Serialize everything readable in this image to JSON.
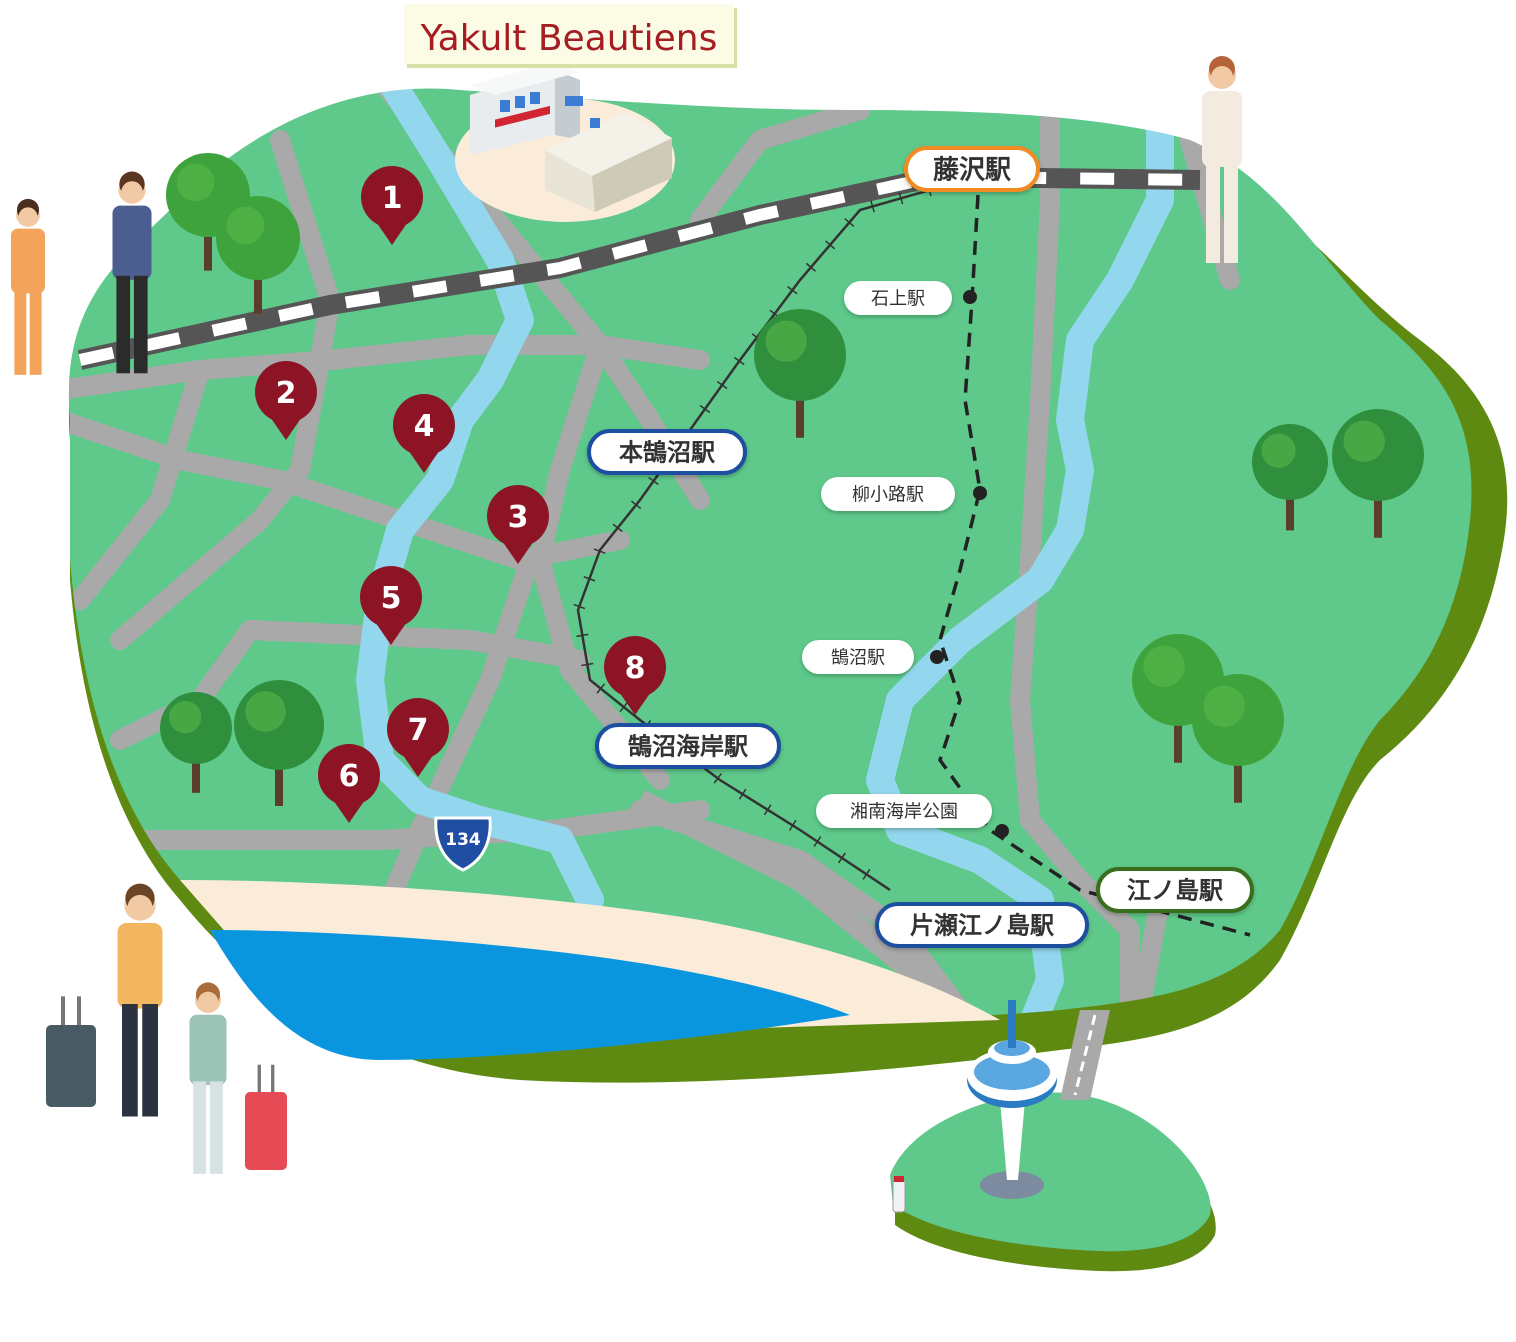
{
  "sign": {
    "text": "Yakult Beautiens"
  },
  "stations": {
    "fujisawa": "藤沢駅",
    "hon_kugenuma": "本鵠沼駅",
    "kugenuma_kaigan": "鵠沼海岸駅",
    "katase_enoshima": "片瀬江ノ島駅",
    "enoshima": "江ノ島駅",
    "ishigami": "石上駅",
    "yanagikoji": "柳小路駅",
    "kugenuma": "鵠沼駅",
    "shonan_kaigan_koen": "湘南海岸公園"
  },
  "route_shield": {
    "number": "134"
  },
  "markers": [
    "1",
    "2",
    "3",
    "4",
    "5",
    "6",
    "7",
    "8"
  ],
  "colors": {
    "land": "#5ec98a",
    "land_edge": "#5f8a12",
    "road": "#a9a9a9",
    "river": "#92d7ee",
    "sea": "#0a96df",
    "beach": "#fbecda",
    "marker": "#8c1424",
    "station_orange": "#f08a23",
    "station_blue": "#1c4fa0",
    "station_green": "#3a6e1c",
    "sign_text": "#a51c22"
  },
  "icons": [
    "tree-icon",
    "person-icon",
    "suitcase-icon",
    "building-icon",
    "tower-icon",
    "lighthouse-icon"
  ]
}
